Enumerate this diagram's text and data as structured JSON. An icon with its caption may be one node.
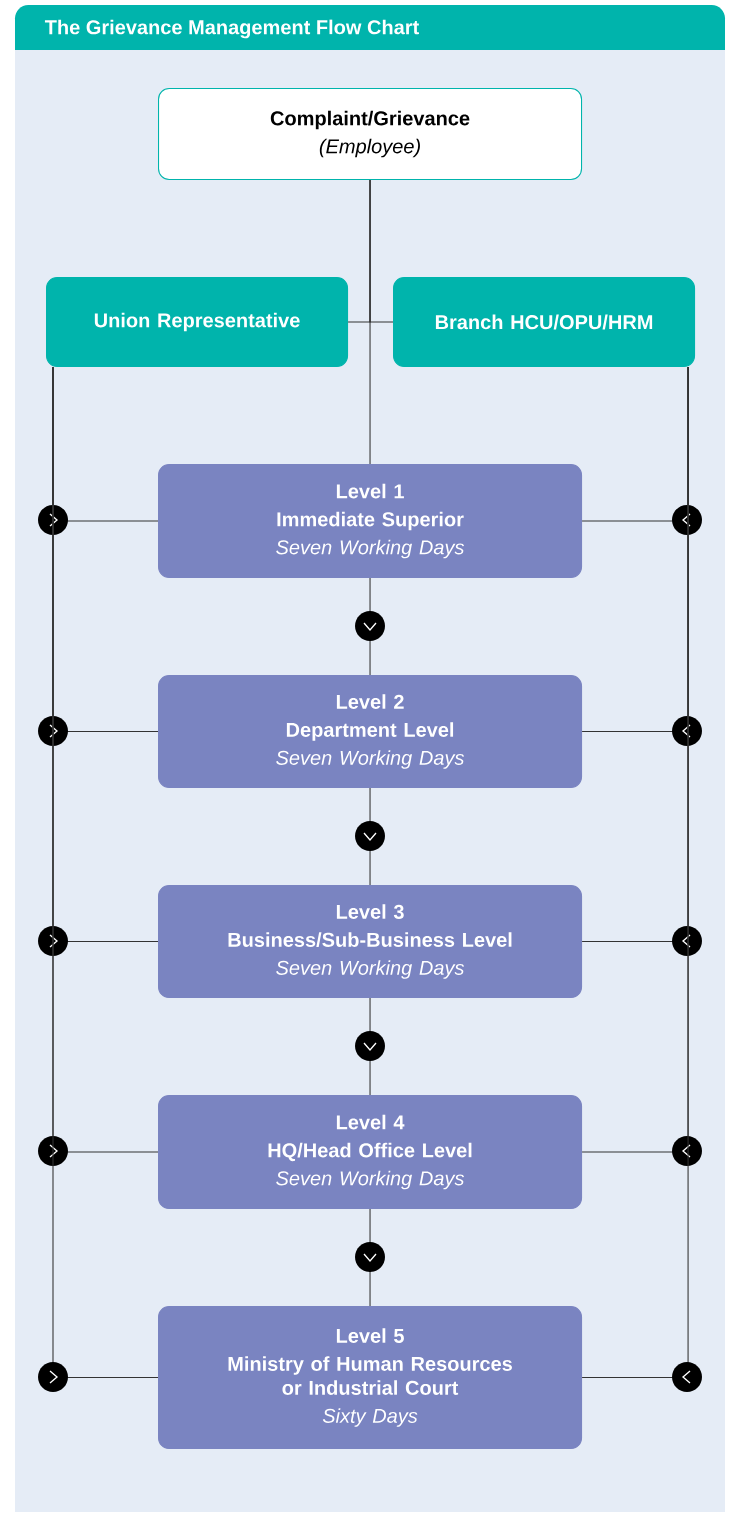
{
  "diagram": {
    "title": "The Grievance Management Flow Chart",
    "nodes": [
      {
        "text": [
          "Complaint/Grievance",
          "(Employee)"
        ]
      },
      {
        "text": [
          "Union Representative"
        ]
      },
      {
        "text": [
          "Branch HCU/OPU/HRM"
        ]
      },
      {
        "text": [
          "Level 1",
          "Immediate Superior",
          "Seven Working Days"
        ]
      },
      {
        "text": [
          "Level 2",
          "Department Level",
          "Seven Working Days"
        ]
      },
      {
        "text": [
          "Level 3",
          "Business/Sub-Business Level",
          "Seven Working Days"
        ]
      },
      {
        "text": [
          "Level 4",
          "HQ/Head Office Level",
          "Seven Working Days"
        ]
      },
      {
        "text": [
          "Level 5",
          "Ministry of Human Resources or Industrial Court",
          "Sixty Days"
        ]
      }
    ],
    "edges": [
      {
        "from": 0,
        "to": 1,
        "arrow": "none"
      },
      {
        "from": 0,
        "to": 2,
        "arrow": "none"
      },
      {
        "from": 0,
        "to": 3,
        "arrow": "none"
      },
      {
        "from": 3,
        "to": 4,
        "arrow": "to"
      },
      {
        "from": 4,
        "to": 5,
        "arrow": "to"
      },
      {
        "from": 5,
        "to": 6,
        "arrow": "to"
      },
      {
        "from": 6,
        "to": 7,
        "arrow": "to"
      },
      {
        "from": 1,
        "to": 3,
        "arrow": "to"
      },
      {
        "from": 1,
        "to": 4,
        "arrow": "to"
      },
      {
        "from": 1,
        "to": 5,
        "arrow": "to"
      },
      {
        "from": 1,
        "to": 6,
        "arrow": "to"
      },
      {
        "from": 1,
        "to": 7,
        "arrow": "to"
      },
      {
        "from": 2,
        "to": 3,
        "arrow": "to"
      },
      {
        "from": 2,
        "to": 4,
        "arrow": "to"
      },
      {
        "from": 2,
        "to": 5,
        "arrow": "to"
      },
      {
        "from": 2,
        "to": 6,
        "arrow": "to"
      },
      {
        "from": 2,
        "to": 7,
        "arrow": "to"
      }
    ]
  }
}
